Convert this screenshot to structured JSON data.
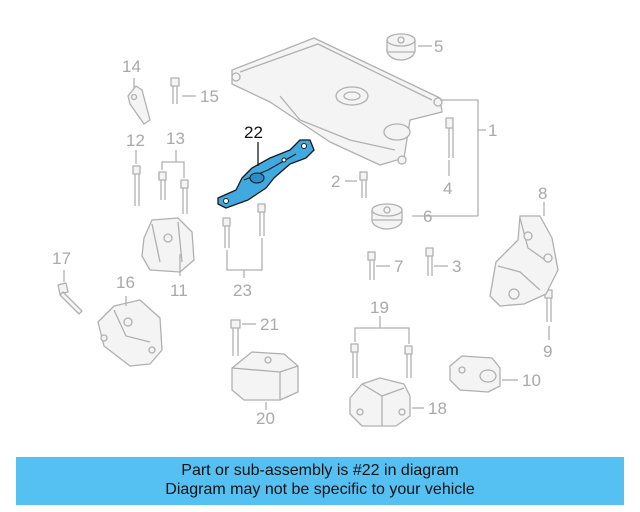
{
  "callouts": {
    "c1": "1",
    "c2": "2",
    "c3": "3",
    "c4": "4",
    "c5": "5",
    "c6": "6",
    "c7": "7",
    "c8": "8",
    "c9": "9",
    "c10": "10",
    "c11": "11",
    "c12": "12",
    "c13": "13",
    "c14": "14",
    "c15": "15",
    "c16": "16",
    "c17": "17",
    "c18": "18",
    "c19": "19",
    "c20": "20",
    "c21": "21",
    "c22": "22",
    "c23": "23"
  },
  "highlight": {
    "part_number": "22",
    "color": "#3fa9e0"
  },
  "banner": {
    "line1": "Part or sub-assembly is #22 in diagram",
    "line2": "Diagram may not be specific to your vehicle",
    "background": "#55c1f2"
  }
}
